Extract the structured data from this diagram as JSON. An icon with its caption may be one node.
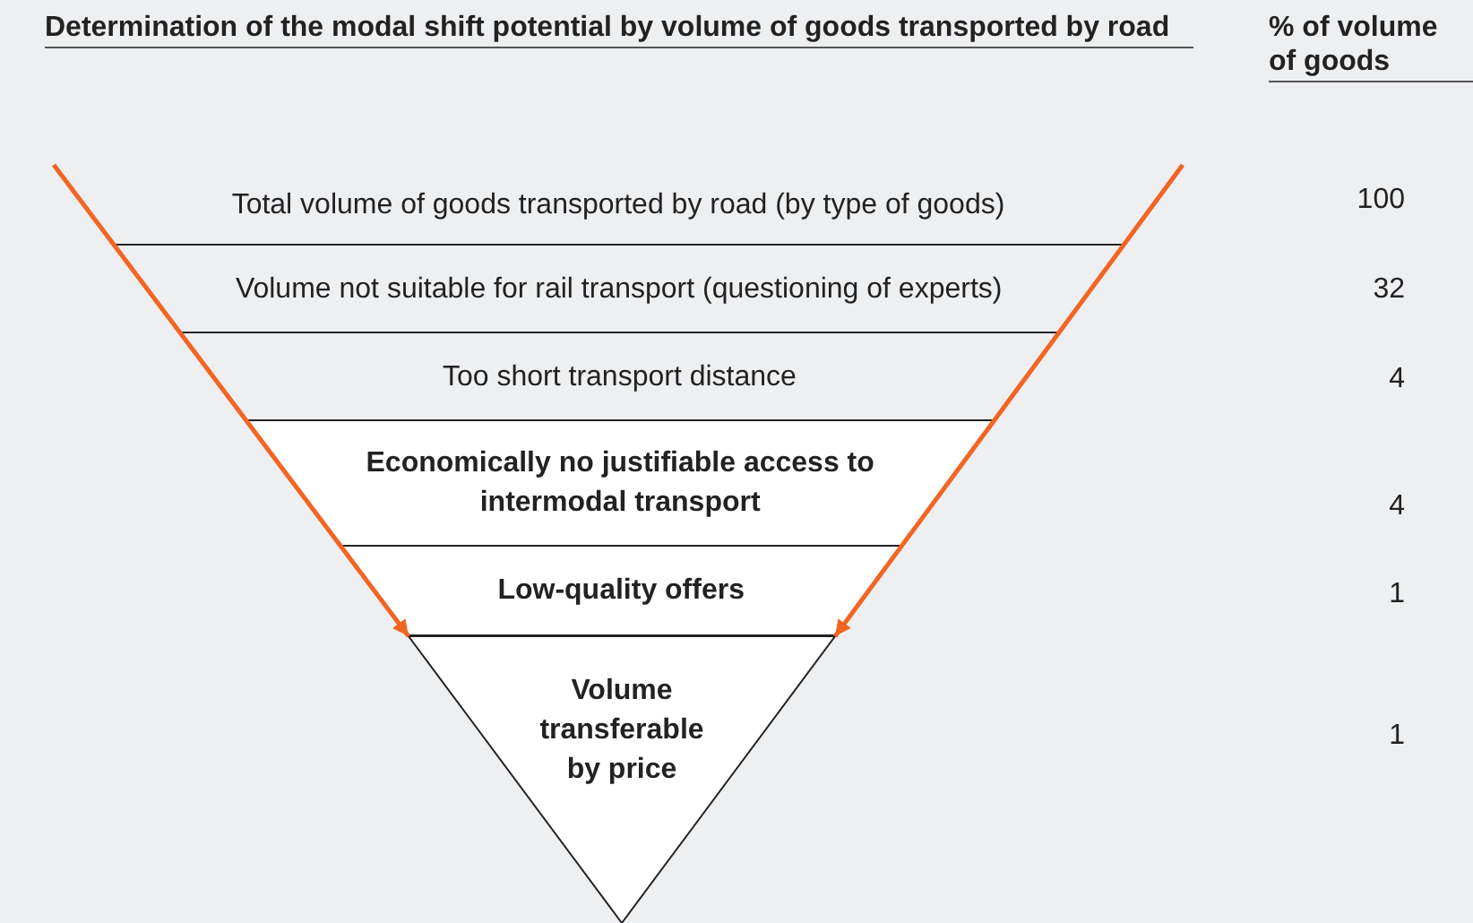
{
  "diagram": {
    "title": "Determination of the modal shift potential by volume of goods transported by road",
    "nodes": [
      {
        "text": [
          "Total volume of goods transported by road (by type of goods)"
        ]
      },
      {
        "text": [
          "Volume not suitable for rail transport (questioning of experts)"
        ]
      },
      {
        "text": [
          "Too short transport distance"
        ]
      },
      {
        "text": [
          "Economically no justifiable access to intermodal transport"
        ]
      },
      {
        "text": [
          "Low-quality offers"
        ]
      },
      {
        "text": [
          "Volume transferable by price"
        ]
      }
    ],
    "edges": [
      {
        "from": null,
        "to": 5,
        "arrow": "to"
      },
      {
        "from": null,
        "to": 5,
        "arrow": "to"
      }
    ],
    "labels": [
      "% of volume of goods",
      "100",
      "32",
      "4",
      "4",
      "1",
      "1"
    ]
  }
}
